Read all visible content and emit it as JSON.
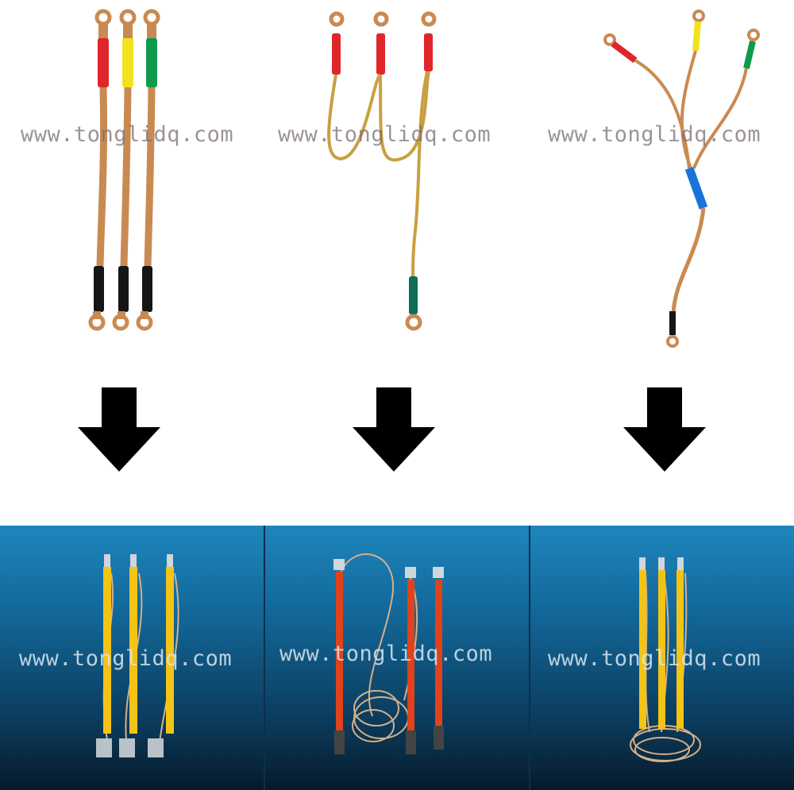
{
  "watermarks": {
    "top_1": "www.tonglidq.com",
    "top_2": "www.tonglidq.com",
    "top_3": "www.tonglidq.com",
    "bottom_1": "www.tonglidq.com",
    "bottom_2": "www.tonglidq.com",
    "bottom_3": "www.tonglidq.com"
  },
  "icons": {
    "arrow": "down-arrow-icon"
  },
  "colors": {
    "copper": "#c98a52",
    "red_sleeve": "#e0262b",
    "yellow_sleeve": "#f1e21d",
    "green_sleeve": "#0e9a4c",
    "black_sleeve": "#151515",
    "blue_sleeve": "#1a73d9",
    "yellow_rod": "#f3c316",
    "orange_rod": "#e0421c",
    "panel_blue": "#1e86bd"
  }
}
